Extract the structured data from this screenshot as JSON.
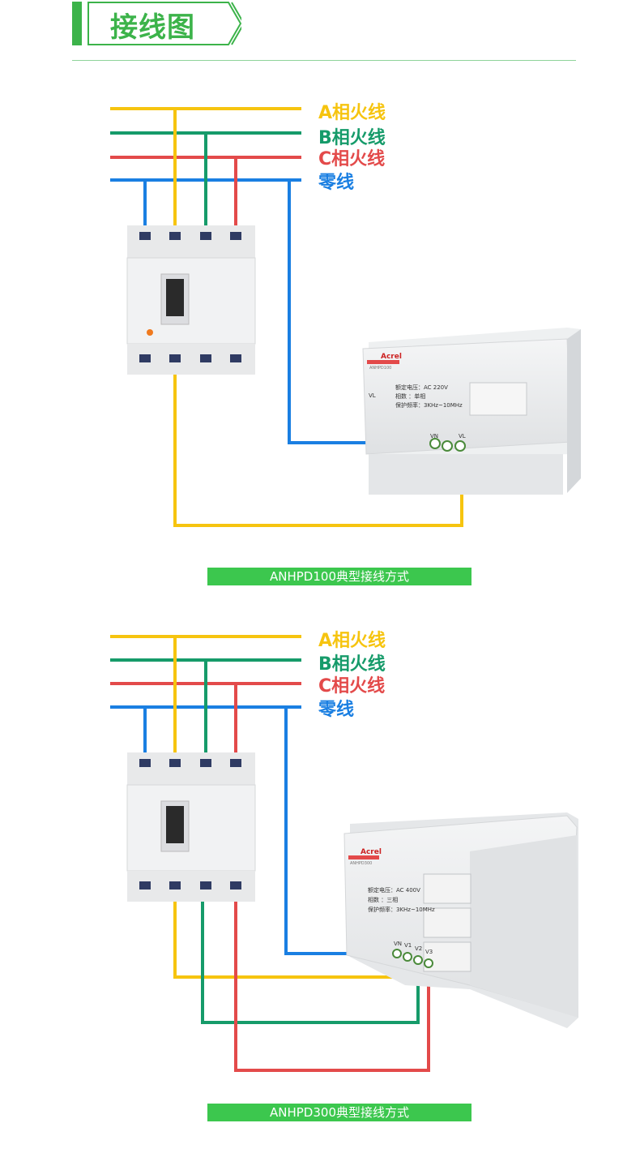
{
  "header": {
    "title": "接线图"
  },
  "colors": {
    "phase_a": "#f6c40f",
    "phase_b": "#169b6a",
    "phase_c": "#e34a4a",
    "neutral": "#1a7fe2",
    "accent": "#3cb34a"
  },
  "legend": {
    "a": "A相火线",
    "b": "B相火线",
    "c": "C相火线",
    "n": "零线"
  },
  "device1": {
    "brand": "Acrel",
    "model": "ANHPD100",
    "specs": [
      "额定电压：AC 220V",
      "相数   ：单相",
      "保护频率：3KHz~10MHz"
    ],
    "terminals": [
      "VN",
      "VL"
    ],
    "side_label": "VL"
  },
  "device2": {
    "brand": "Acrel",
    "model": "ANHPD300",
    "specs": [
      "额定电压：AC 400V",
      "相数   ：三相",
      "保护频率：3KHz~10MHz"
    ],
    "terminals": [
      "VN",
      "V1",
      "V2",
      "V3"
    ]
  },
  "captions": {
    "c1": "ANHPD100典型接线方式",
    "c2": "ANHPD300典型接线方式"
  }
}
